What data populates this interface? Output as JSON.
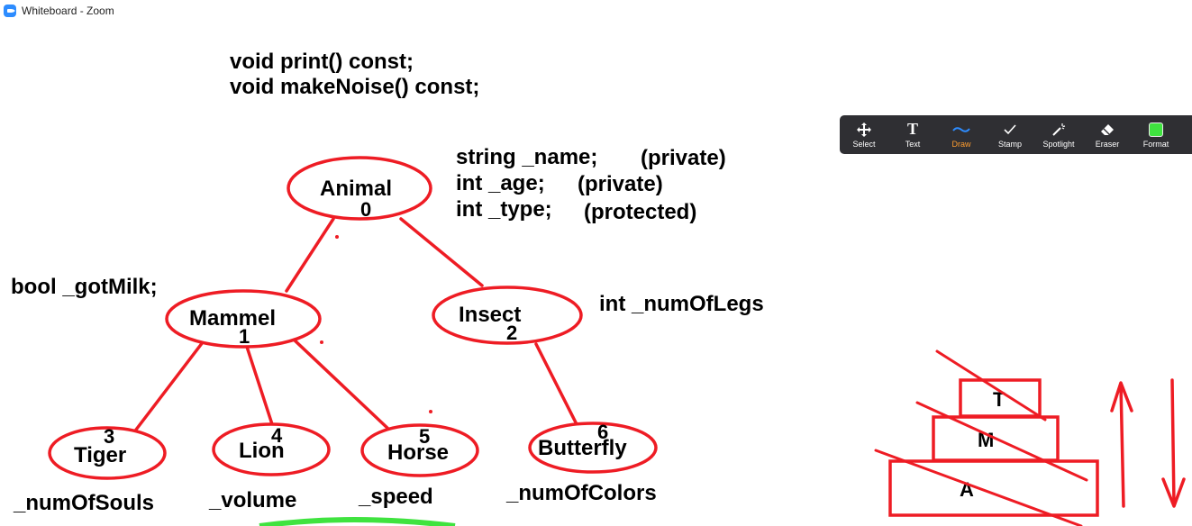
{
  "window": {
    "title": "Whiteboard - Zoom"
  },
  "toolbar": {
    "active": "draw",
    "tools": [
      {
        "id": "select",
        "label": "Select",
        "icon": "move-icon"
      },
      {
        "id": "text",
        "label": "Text",
        "icon": "text-icon"
      },
      {
        "id": "draw",
        "label": "Draw",
        "icon": "pen-wave-icon"
      },
      {
        "id": "stamp",
        "label": "Stamp",
        "icon": "check-icon"
      },
      {
        "id": "spotlight",
        "label": "Spotlight",
        "icon": "spotlight-icon"
      },
      {
        "id": "eraser",
        "label": "Eraser",
        "icon": "eraser-icon"
      },
      {
        "id": "format",
        "label": "Format",
        "icon": "color-swatch-icon"
      }
    ],
    "format_color": "#3fe33f"
  },
  "annotation_color": "#ee1c24",
  "whiteboard": {
    "methods": [
      "void print() const;",
      "void makeNoise() const;"
    ],
    "animal_fields": [
      {
        "decl": "string _name;",
        "access": "(private)"
      },
      {
        "decl": "int _age;",
        "access": "(private)"
      },
      {
        "decl": "int _type;",
        "access": "(protected)"
      }
    ],
    "mammal_field": "bool _gotMilk;",
    "insect_field": "int _numOfLegs",
    "nodes": {
      "animal": {
        "name": "Animal",
        "index": "0"
      },
      "mammel": {
        "name": "Mammel",
        "index": "1"
      },
      "insect": {
        "name": "Insect",
        "index": "2"
      },
      "tiger": {
        "name": "Tiger",
        "index": "3",
        "field": "_numOfSouls"
      },
      "lion": {
        "name": "Lion",
        "index": "4",
        "field": "_volume"
      },
      "horse": {
        "name": "Horse",
        "index": "5",
        "field": "_speed"
      },
      "butterfly": {
        "name": "Butterfly",
        "index": "6",
        "field": "_numOfColors"
      }
    },
    "stack": {
      "top": "T",
      "middle": "M",
      "bottom": "A"
    }
  }
}
